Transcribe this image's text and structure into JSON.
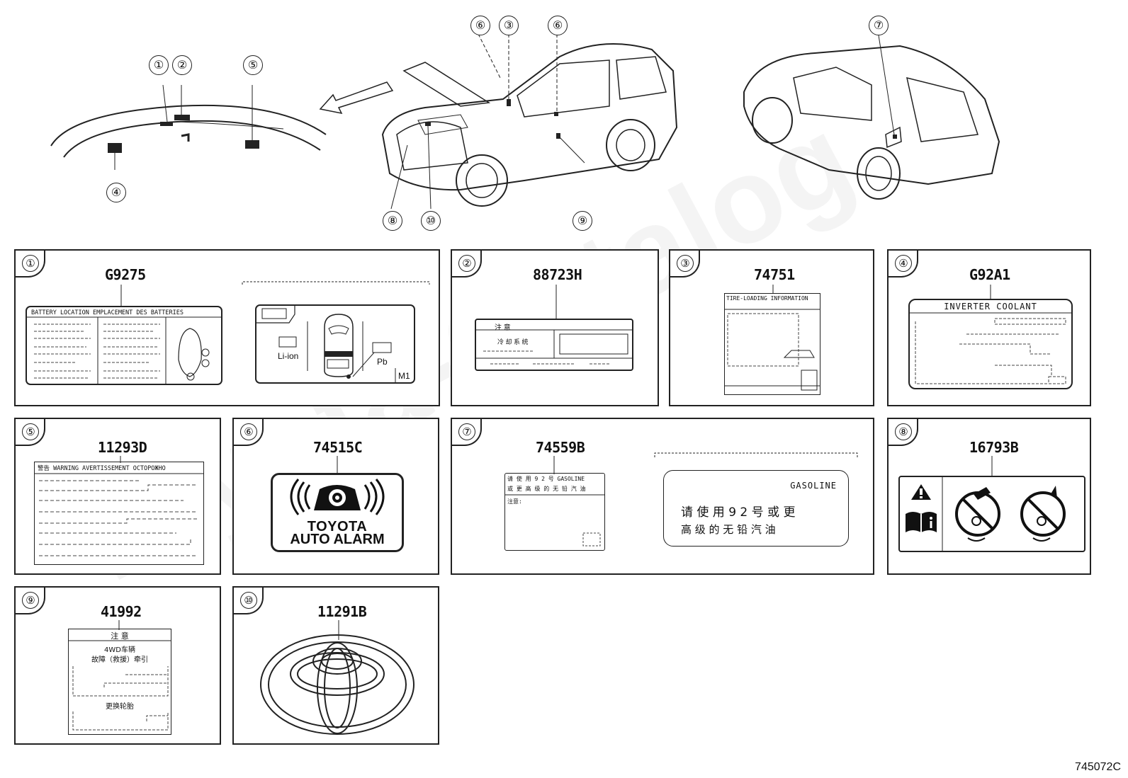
{
  "callouts": {
    "c1": "①",
    "c2": "②",
    "c3": "③",
    "c4": "④",
    "c5": "⑤",
    "c6": "⑥",
    "c7": "⑦",
    "c8": "⑧",
    "c9": "⑨",
    "c10": "⑩"
  },
  "panels": [
    {
      "num": "①",
      "code": "G9275"
    },
    {
      "num": "②",
      "code": "88723H"
    },
    {
      "num": "③",
      "code": "74751"
    },
    {
      "num": "④",
      "code": "G92A1"
    },
    {
      "num": "⑤",
      "code": "11293D"
    },
    {
      "num": "⑥",
      "code": "74515C"
    },
    {
      "num": "⑦",
      "code": "74559B"
    },
    {
      "num": "⑧",
      "code": "16793B"
    },
    {
      "num": "⑨",
      "code": "41992"
    },
    {
      "num": "⑩",
      "code": "11291B"
    }
  ],
  "labels": {
    "battery_location": "BATTERY LOCATION    EMPLACEMENT DES BATTERIES",
    "li_ion": "Li-ion",
    "pb": "Pb",
    "m1": "M1",
    "warn_cn_title": "注  意",
    "warn_cn_sub": "冷 却 系 统",
    "tire_loading": "TIRE-LOADING INFORMATION",
    "inverter_coolant": "INVERTER COOLANT",
    "warning_multi": "警告  WARNING  AVERTISSEMENT  OCTOPOЖHO",
    "toyota": "TOYOTA",
    "auto_alarm": "AUTO ALARM",
    "gasoline_small_l1": "请 使 用 9 2 号  GASOLINE",
    "gasoline_small_l2": "或 更 高 级 的 无 铅 汽 油",
    "gasoline_small_note": "注意:",
    "gasoline": "GASOLINE",
    "gasoline_cn_l1": "请 使 用 9 2 号 或 更",
    "gasoline_cn_l2": "高 级 的 无 铅 汽 油",
    "caution_cn": "注  意",
    "fwd_l1": "4WD车辆",
    "fwd_l2": "故障（救援）牵引",
    "tire_change": "更换轮胎"
  },
  "reference": "745072C",
  "watermark": "Toyota-Catalog"
}
